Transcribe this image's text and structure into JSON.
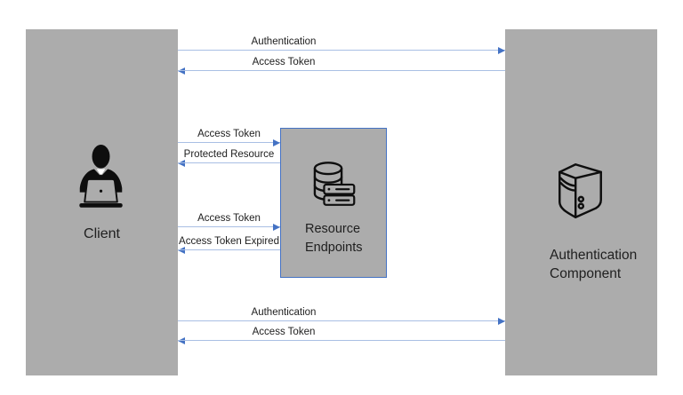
{
  "diagram": {
    "boxes": {
      "client": {
        "label": "Client",
        "icon": "person-at-laptop-icon"
      },
      "resource": {
        "label_lines": [
          "Resource",
          "Endpoints"
        ],
        "icon": "database-servers-icon"
      },
      "auth": {
        "label_lines": [
          "Authentication",
          "Component"
        ],
        "icon": "server-tower-icon"
      }
    },
    "arrows": [
      {
        "label": "Authentication",
        "direction": "right",
        "from": "Client",
        "to": "Authentication Component"
      },
      {
        "label": "Access Token",
        "direction": "left",
        "from": "Authentication Component",
        "to": "Client"
      },
      {
        "label": "Access Token",
        "direction": "right",
        "from": "Client",
        "to": "Resource Endpoints"
      },
      {
        "label": "Protected Resource",
        "direction": "left",
        "from": "Resource Endpoints",
        "to": "Client"
      },
      {
        "label": "Access Token",
        "direction": "right",
        "from": "Client",
        "to": "Resource Endpoints"
      },
      {
        "label": "Access Token Expired",
        "direction": "left",
        "from": "Resource Endpoints",
        "to": "Client"
      },
      {
        "label": "Authentication",
        "direction": "right",
        "from": "Client",
        "to": "Authentication Component"
      },
      {
        "label": "Access Token",
        "direction": "left",
        "from": "Authentication Component",
        "to": "Client"
      }
    ],
    "colors": {
      "box_fill": "#ACACAC",
      "arrow_line": "#A9BFE4",
      "arrow_head": "#4472C4",
      "resource_box_border": "#4472C4",
      "text": "#202020",
      "background": "#FFFFFF"
    }
  }
}
